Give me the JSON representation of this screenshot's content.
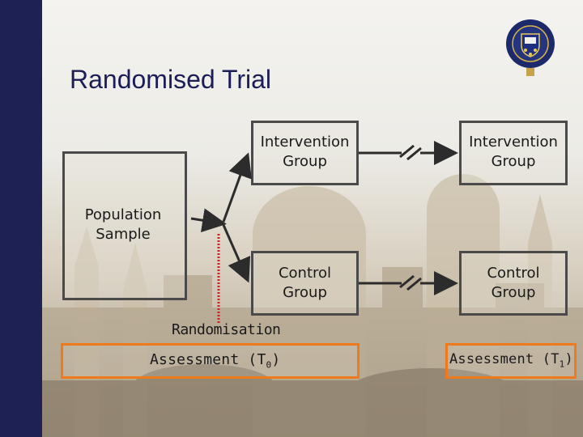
{
  "slide": {
    "title": "Randomised Trial"
  },
  "diagram": {
    "population": "Population\nSample",
    "intervention_left": "Intervention\nGroup",
    "control_left": "Control\nGroup",
    "intervention_right": "Intervention\nGroup",
    "control_right": "Control\nGroup",
    "randomisation": "Randomisation",
    "assessment_t0_prefix": "Assessment (T",
    "assessment_t0_sub": "0",
    "assessment_t1_prefix": "Assessment (T",
    "assessment_t1_sub": "1",
    "assessment_suffix": ")"
  },
  "colors": {
    "sidebar": "#1d2154",
    "title": "#1b1d57",
    "box_border": "#4a4a4a",
    "assessment_border": "#ef7a1e",
    "randomisation_line": "#d22020"
  },
  "icons": {
    "crest": "university-crest-icon"
  }
}
